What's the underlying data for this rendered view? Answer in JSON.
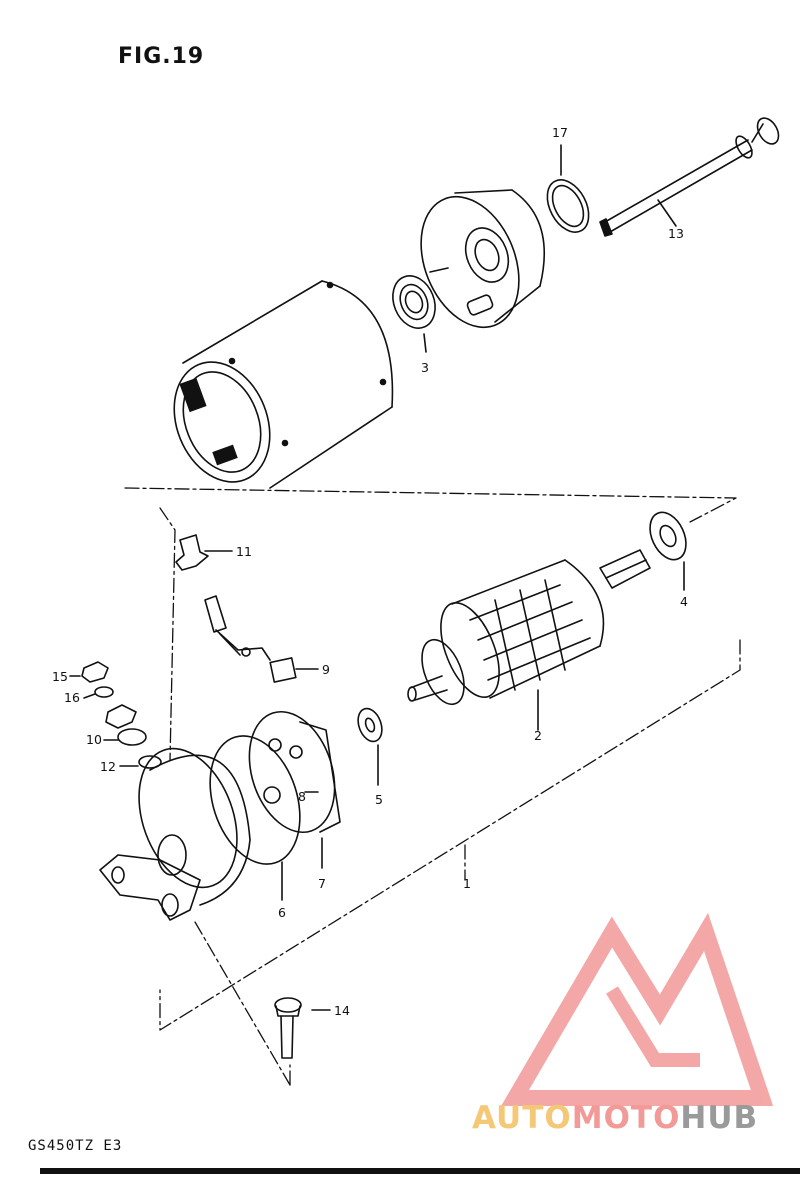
{
  "figure_title": "FIG.19",
  "model_code": "GS450TZ E3",
  "watermark": {
    "part1": "AUTO",
    "part2": "MOTO",
    "part3": "HUB"
  },
  "colors": {
    "line": "#111111",
    "logo_red": "#f29a98",
    "logo_yellow": "#f5c878",
    "logo_grey": "#9a9a9a"
  },
  "part_labels": {
    "p1": "1",
    "p2": "2",
    "p3": "3",
    "p4": "4",
    "p5": "5",
    "p6": "6",
    "p7": "7",
    "p8": "8",
    "p9": "9",
    "p10": "10",
    "p11": "11",
    "p12": "12",
    "p13": "13",
    "p14": "14",
    "p15": "15",
    "p16": "16",
    "p17": "17"
  }
}
